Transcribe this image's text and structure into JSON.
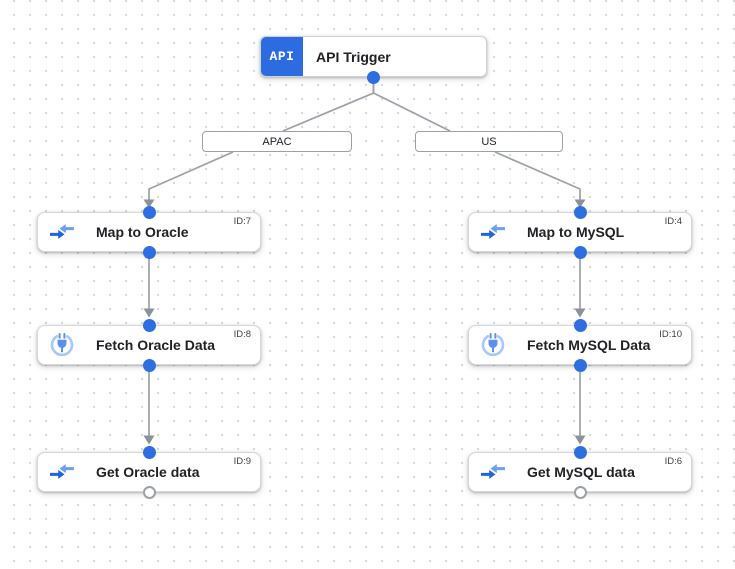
{
  "trigger": {
    "badge": "API",
    "title": "API Trigger"
  },
  "branch_labels": [
    {
      "label": "APAC"
    },
    {
      "label": "US"
    }
  ],
  "nodes": [
    {
      "title": "Map to Oracle",
      "id_label": "ID:7",
      "icon": "data-mapping-icon"
    },
    {
      "title": "Fetch Oracle Data",
      "id_label": "ID:8",
      "icon": "connectors-icon"
    },
    {
      "title": "Get Oracle data",
      "id_label": "ID:9",
      "icon": "data-mapping-icon"
    },
    {
      "title": "Map to MySQL",
      "id_label": "ID:4",
      "icon": "data-mapping-icon"
    },
    {
      "title": "Fetch MySQL Data",
      "id_label": "ID:10",
      "icon": "connectors-icon"
    },
    {
      "title": "Get MySQL data",
      "id_label": "ID:6",
      "icon": "data-mapping-icon"
    }
  ],
  "colors": {
    "accent_blue": "#2d6ce0",
    "port_dot_blue": "#2e6ee0",
    "icon_arrow_dark_blue": "#1f66dd",
    "icon_arrow_light_blue": "#6ba0f2",
    "icon_plug_blue": "#5c90ef",
    "icon_ring_light_blue": "#a8c7fa",
    "edge_gray": "#9aa0a6",
    "node_border_gray": "#d5d7db",
    "text_primary": "#202124",
    "grid_dot_gray": "#d7d9de"
  }
}
